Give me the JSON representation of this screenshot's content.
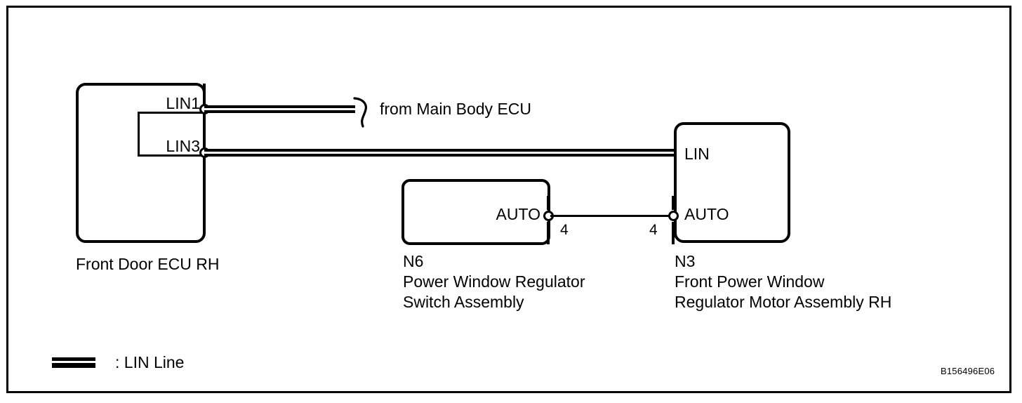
{
  "figure": {
    "code": "B156496E06"
  },
  "components": {
    "front_door_ecu": {
      "caption_lines": [
        "Front Door ECU RH"
      ],
      "pins": [
        {
          "name": "LIN1",
          "label": "LIN1"
        },
        {
          "name": "LIN3",
          "label": "LIN3"
        }
      ]
    },
    "power_window_switch": {
      "code": "N6",
      "caption_lines": [
        "N6",
        "Power Window Regulator",
        "Switch Assembly"
      ],
      "pins": [
        {
          "name": "AUTO",
          "label": "AUTO",
          "number": "4"
        }
      ]
    },
    "power_window_motor": {
      "code": "N3",
      "caption_lines": [
        "N3",
        "Front Power Window",
        "Regulator Motor Assembly RH"
      ],
      "pins": [
        {
          "name": "LIN",
          "label": "LIN"
        },
        {
          "name": "AUTO",
          "label": "AUTO",
          "number": "4"
        }
      ]
    }
  },
  "annotations": {
    "source_label": "from Main Body ECU"
  },
  "legend": {
    "symbol_name": "lin-line-symbol",
    "text": ": LIN Line"
  },
  "colors": {
    "ink": "#000000",
    "background": "#ffffff"
  }
}
